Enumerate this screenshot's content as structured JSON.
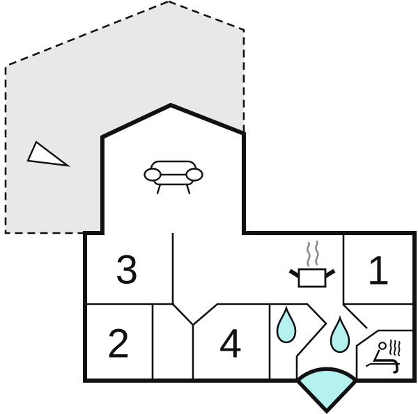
{
  "plan": {
    "rooms": [
      {
        "id": "room-1",
        "label": "1"
      },
      {
        "id": "room-2",
        "label": "2"
      },
      {
        "id": "room-3",
        "label": "3"
      },
      {
        "id": "room-4",
        "label": "4"
      }
    ],
    "icons": [
      {
        "name": "north-arrow-icon"
      },
      {
        "name": "sofa-icon"
      },
      {
        "name": "cooking-pot-icon"
      },
      {
        "name": "steam-icon"
      },
      {
        "name": "water-drop-icon"
      },
      {
        "name": "water-drop-icon"
      },
      {
        "name": "sauna-person-icon"
      },
      {
        "name": "entrance-door-swing-icon"
      }
    ]
  },
  "colors": {
    "background": "#ffffff",
    "wall": "#111111",
    "terrace_fill": "#e8e8e8",
    "water": "#b4f1ef",
    "steam_gray": "#8a8a8a"
  }
}
